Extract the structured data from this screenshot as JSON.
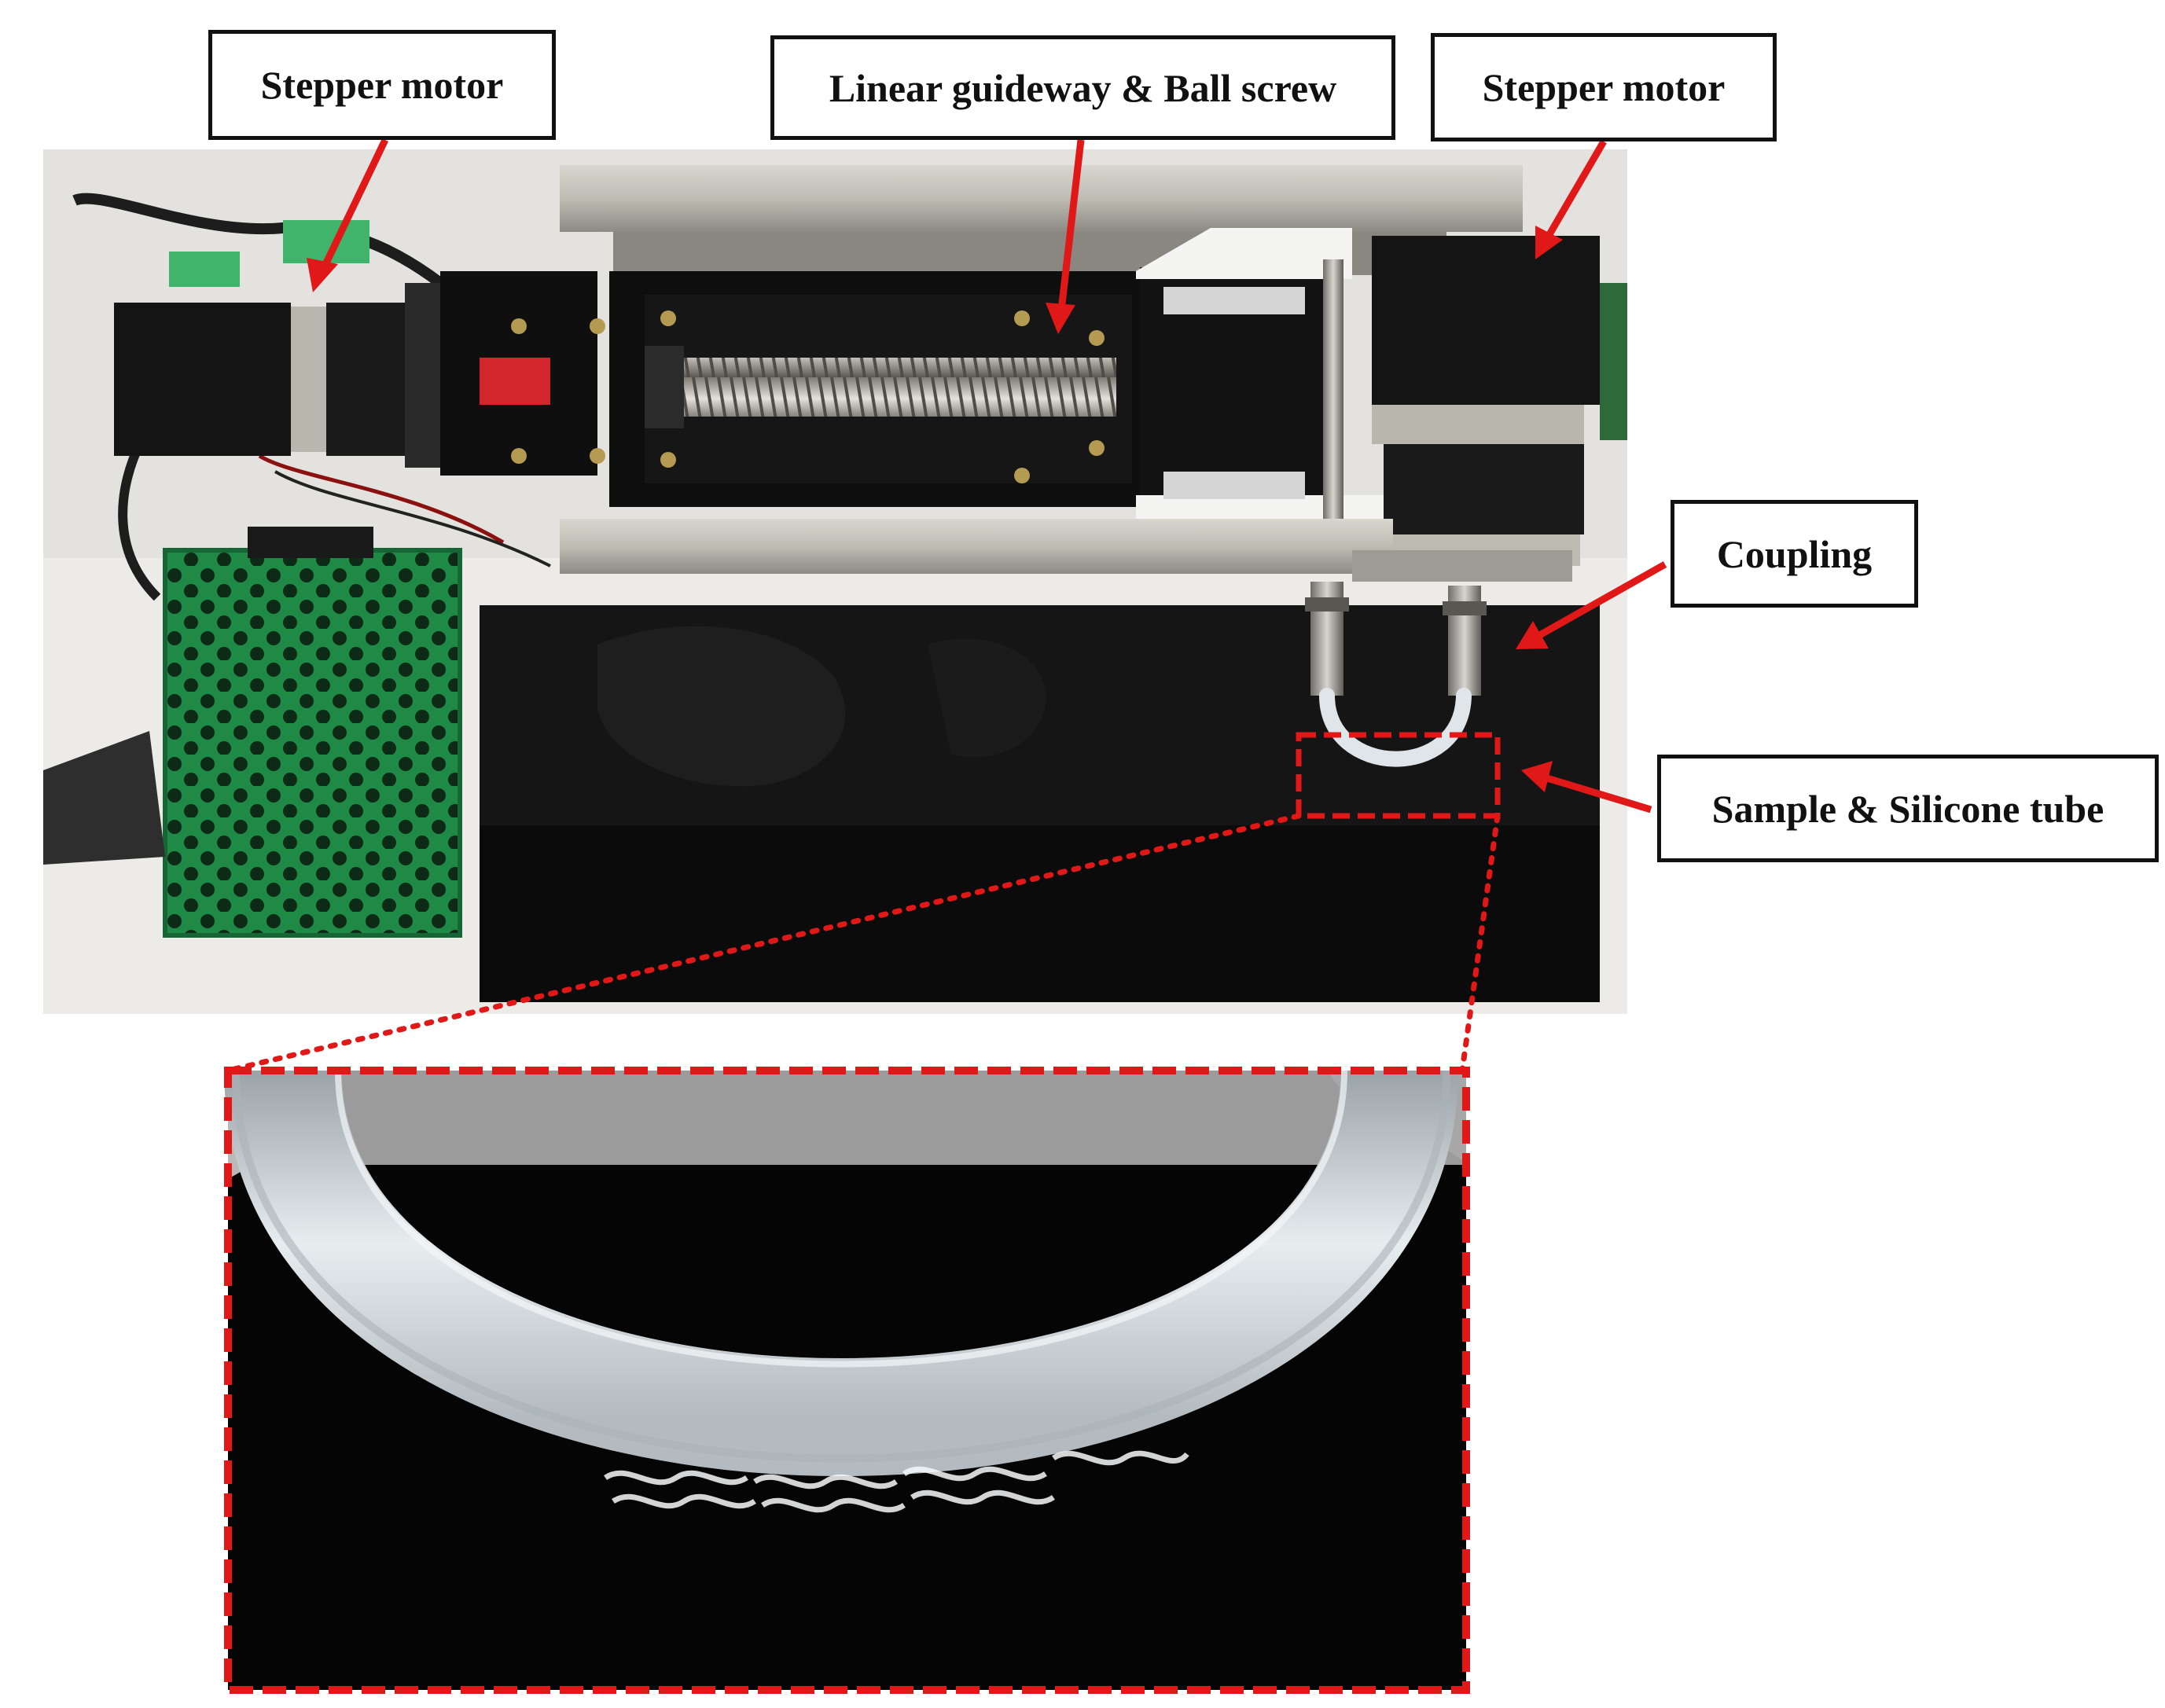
{
  "labels": {
    "stepper_left": "Stepper motor",
    "guideway": "Linear guideway & Ball screw",
    "stepper_right": "Stepper motor",
    "coupling": "Coupling",
    "sample": "Sample & Silicone tube"
  },
  "colors": {
    "callout_arrow": "#e01818",
    "label_border": "#111111",
    "acrylic_base": "#0b0b0b",
    "driver_box": "#1f8a45",
    "silicone_tube": "#cfd6da"
  }
}
